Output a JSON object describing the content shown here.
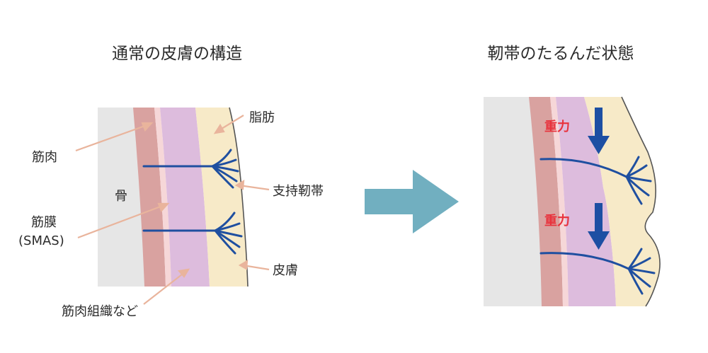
{
  "left_panel": {
    "title": "通常の皮膚の構造",
    "labels": {
      "bone": "骨",
      "muscle": "筋肉",
      "smas_line1": "筋膜",
      "smas_line2": "(SMAS)",
      "muscle_tissue": "筋肉組織など",
      "fat": "脂肪",
      "ligament": "支持靭帯",
      "skin": "皮膚"
    }
  },
  "right_panel": {
    "title": "靭帯のたるんだ状態",
    "gravity_label_top": "重力",
    "gravity_label_bottom": "重力"
  },
  "colors": {
    "bone": "#e6e6e6",
    "muscle": "#d9a2a0",
    "fascia": "#f6d7d8",
    "tissue": "#ddbcdd",
    "fat": "#f7eac8",
    "ligament": "#1f4fa0",
    "pointer": "#e9b49c",
    "arrow": "#71afc0",
    "gravity_arrow": "#1d4fa3",
    "gravity_text": "#e8323c"
  }
}
